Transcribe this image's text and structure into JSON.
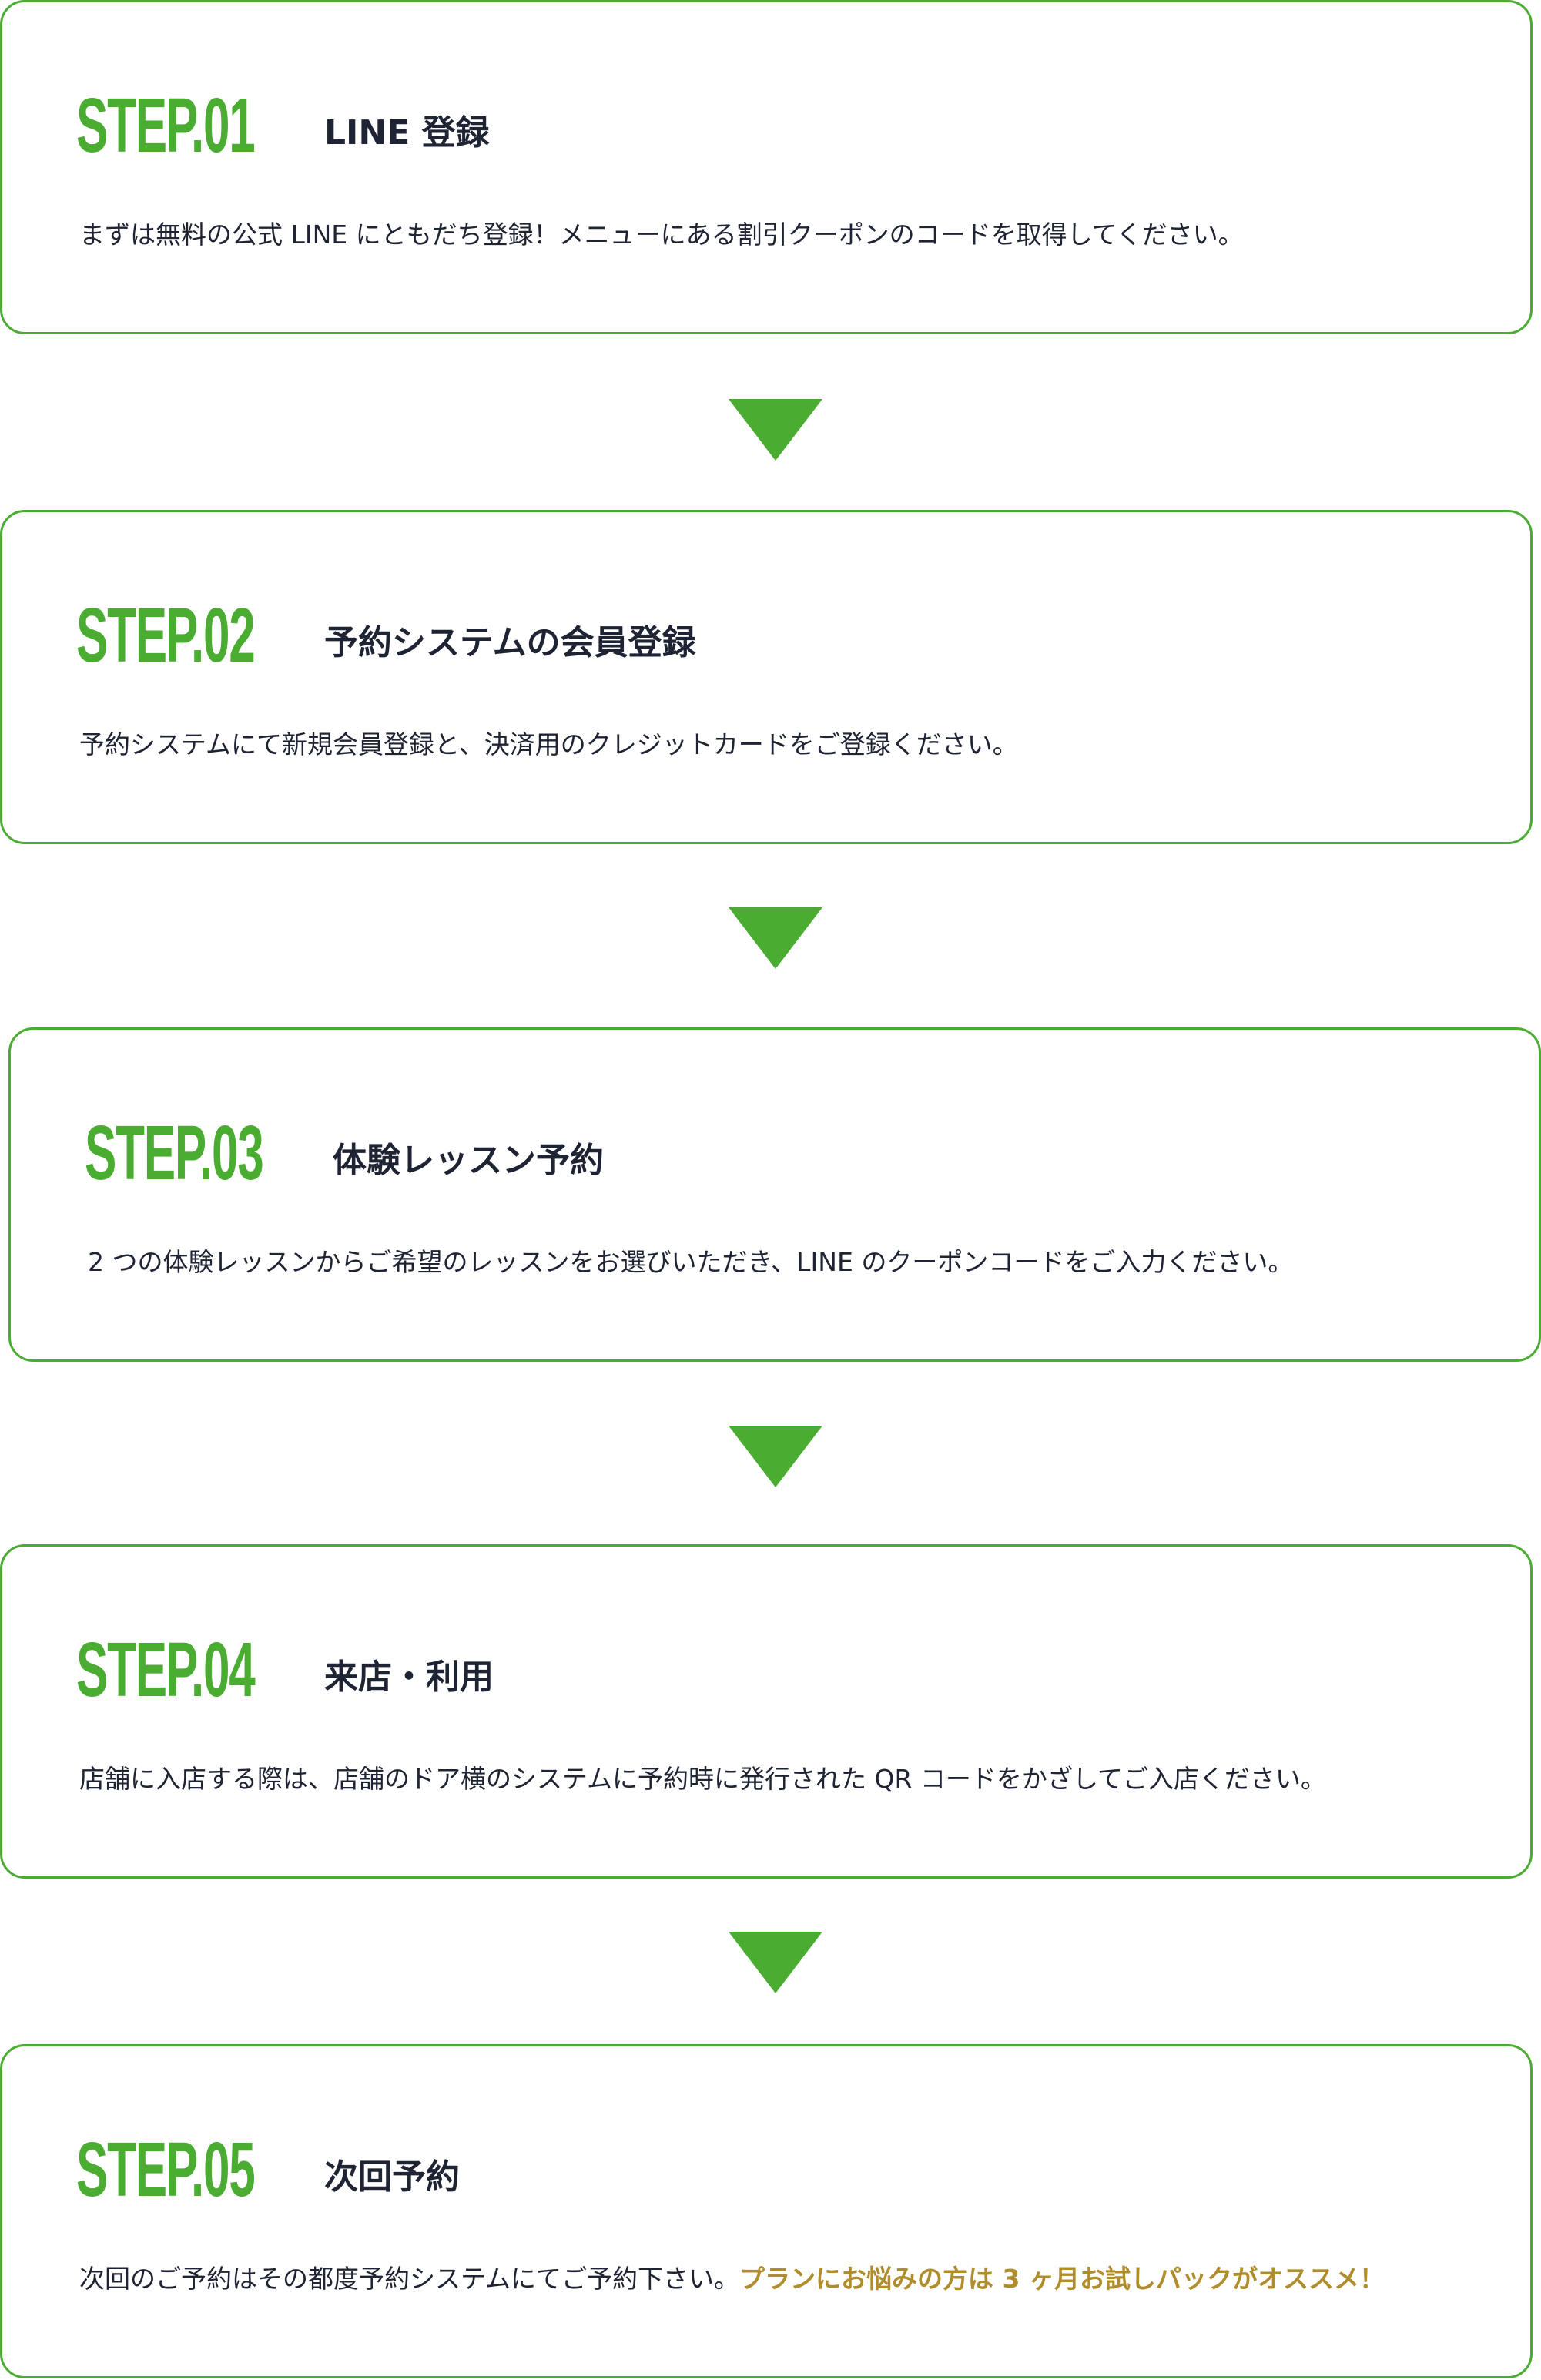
{
  "colors": {
    "accent_green": "#4aad32",
    "text_dark": "#1e2433",
    "highlight_gold": "#b08d2c"
  },
  "steps": [
    {
      "label": "STEP.01",
      "title": "LINE 登録",
      "description": "まずは無料の公式 LINE にともだち登録！メニューにある割引クーポンのコードを取得してください。",
      "highlight": ""
    },
    {
      "label": "STEP.02",
      "title": "予約システムの会員登録",
      "description": "予約システムにて新規会員登録と、決済用のクレジットカードをご登録ください。",
      "highlight": ""
    },
    {
      "label": "STEP.03",
      "title": "体験レッスン予約",
      "description": "2 つの体験レッスンからご希望のレッスンをお選びいただき、LINE のクーポンコードをご入力ください。",
      "highlight": ""
    },
    {
      "label": "STEP.04",
      "title": "来店・利用",
      "description": "店舗に入店する際は、店舗のドア横のシステムに予約時に発行された QR コードをかざしてご入店ください。",
      "highlight": ""
    },
    {
      "label": "STEP.05",
      "title": "次回予約",
      "description": "次回のご予約はその都度予約システムにてご予約下さい。",
      "highlight": "プランにお悩みの方は 3 ヶ月お試しパックがオススメ！"
    }
  ],
  "arrows": [
    {
      "icon": "triangle-down-icon"
    },
    {
      "icon": "triangle-down-icon"
    },
    {
      "icon": "triangle-down-icon"
    },
    {
      "icon": "triangle-down-icon"
    }
  ]
}
